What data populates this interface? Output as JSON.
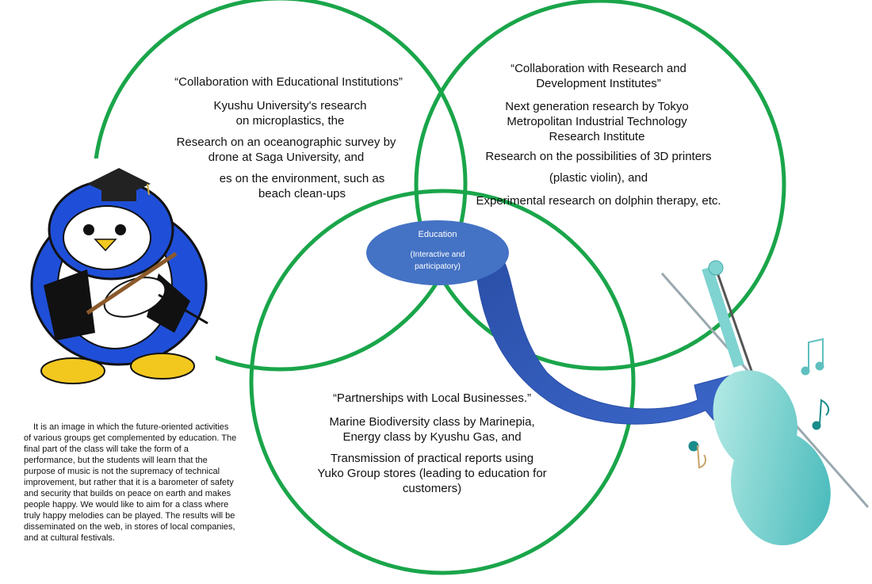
{
  "circles": {
    "education": {
      "title": "“Collaboration with Educational Institutions”",
      "items": [
        "Kyushu University's research on microplastics, the",
        "Research on an oceanographic survey by drone at Saga University, and",
        "es on the environment, such as beach clean-ups"
      ]
    },
    "research": {
      "title": "“Collaboration with Research and Development Institutes”",
      "items": [
        "Next generation research by Tokyo Metropolitan Industrial Technology Research Institute",
        "Research on the possibilities of 3D printers",
        "(plastic violin), and",
        "Experimental research on dolphin therapy, etc."
      ]
    },
    "business": {
      "title": "“Partnerships with Local Businesses.”",
      "items": [
        "Marine Biodiversity class by Marinepia, Energy class by Kyushu Gas, and",
        "Transmission of practical reports using Yuko Group stores (leading to education for customers)"
      ]
    }
  },
  "center": {
    "label": "Education",
    "sublabel": "(Interactive and participatory)"
  },
  "caption": "It is an image in which the future-oriented activities of various groups get complemented by education. The final part of the class will take the form of a performance, but the students will learn that the purpose of music is not the supremacy of technical improvement, but rather that it is a barometer of safety and security that builds on peace on earth and makes people happy. We would like to aim for a class where truly happy melodies can be played. The results will be disseminated on the web, in stores of local companies, and at cultural festivals.",
  "colors": {
    "circle_stroke": "#1aa54a",
    "ellipse_fill": "#4472c4",
    "arrow_fill": "#2f56b0",
    "penguin_blue": "#1f4fd8",
    "violin_teal": "#7fd3d0"
  },
  "icons": [
    "penguin-mascot-illustration",
    "graduation-cap-icon",
    "violin-illustration",
    "music-note-icon"
  ]
}
